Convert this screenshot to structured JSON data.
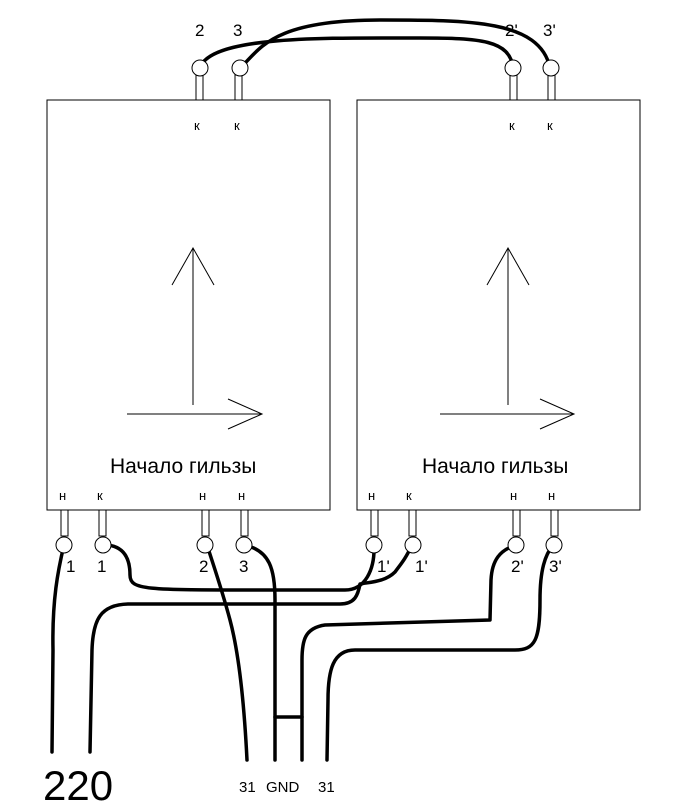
{
  "unit1": {
    "caption": "Начало гильзы",
    "top_pins": [
      "к",
      "к"
    ],
    "top_terminals": [
      "2",
      "3"
    ],
    "bottom_pins": [
      "н",
      "к",
      "н",
      "н"
    ],
    "bottom_terminals": [
      "1",
      "1",
      "2",
      "3"
    ]
  },
  "unit2": {
    "caption": "Начало гильзы",
    "top_pins": [
      "к",
      "к"
    ],
    "top_terminals": [
      "2'",
      "3'"
    ],
    "bottom_pins": [
      "н",
      "к",
      "н",
      "н"
    ],
    "bottom_terminals": [
      "1'",
      "1'",
      "2'",
      "3'"
    ]
  },
  "outputs": {
    "supply": "220",
    "left": "31",
    "ground": "GND",
    "right": "31"
  }
}
